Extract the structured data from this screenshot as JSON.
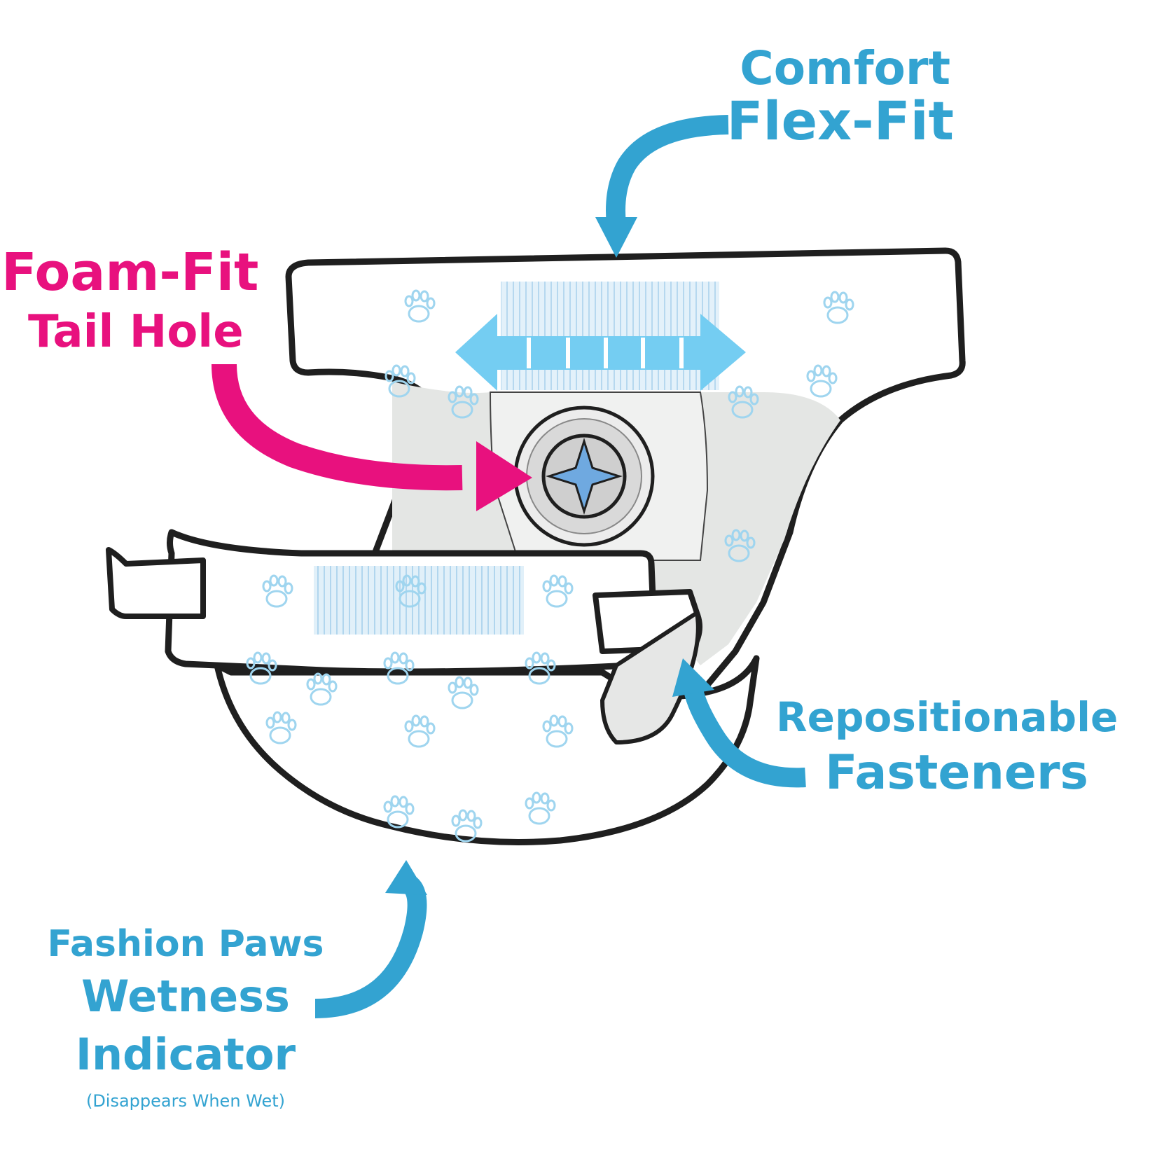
{
  "colors": {
    "accent_blue": "#33a3d1",
    "accent_pink": "#e8117e",
    "stretch_blue": "#74cdf2",
    "outline": "#1f1f1f",
    "paw_blue": "#9fd5ef"
  },
  "labels": {
    "comfort": {
      "line1": "Comfort",
      "line2": "Flex-Fit"
    },
    "foam": {
      "line1": "Foam-Fit",
      "line2": "Tail Hole"
    },
    "fasteners": {
      "line1": "Repositionable",
      "line2": "Fasteners"
    },
    "wetness": {
      "line1": "Fashion Paws",
      "line2": "Wetness",
      "line3": "Indicator",
      "note": "(Disappears When Wet)"
    }
  },
  "icons": {
    "paw": "paw-print-icon",
    "tail_hole": "tail-hole-icon",
    "stretch": "double-arrow-icon"
  }
}
